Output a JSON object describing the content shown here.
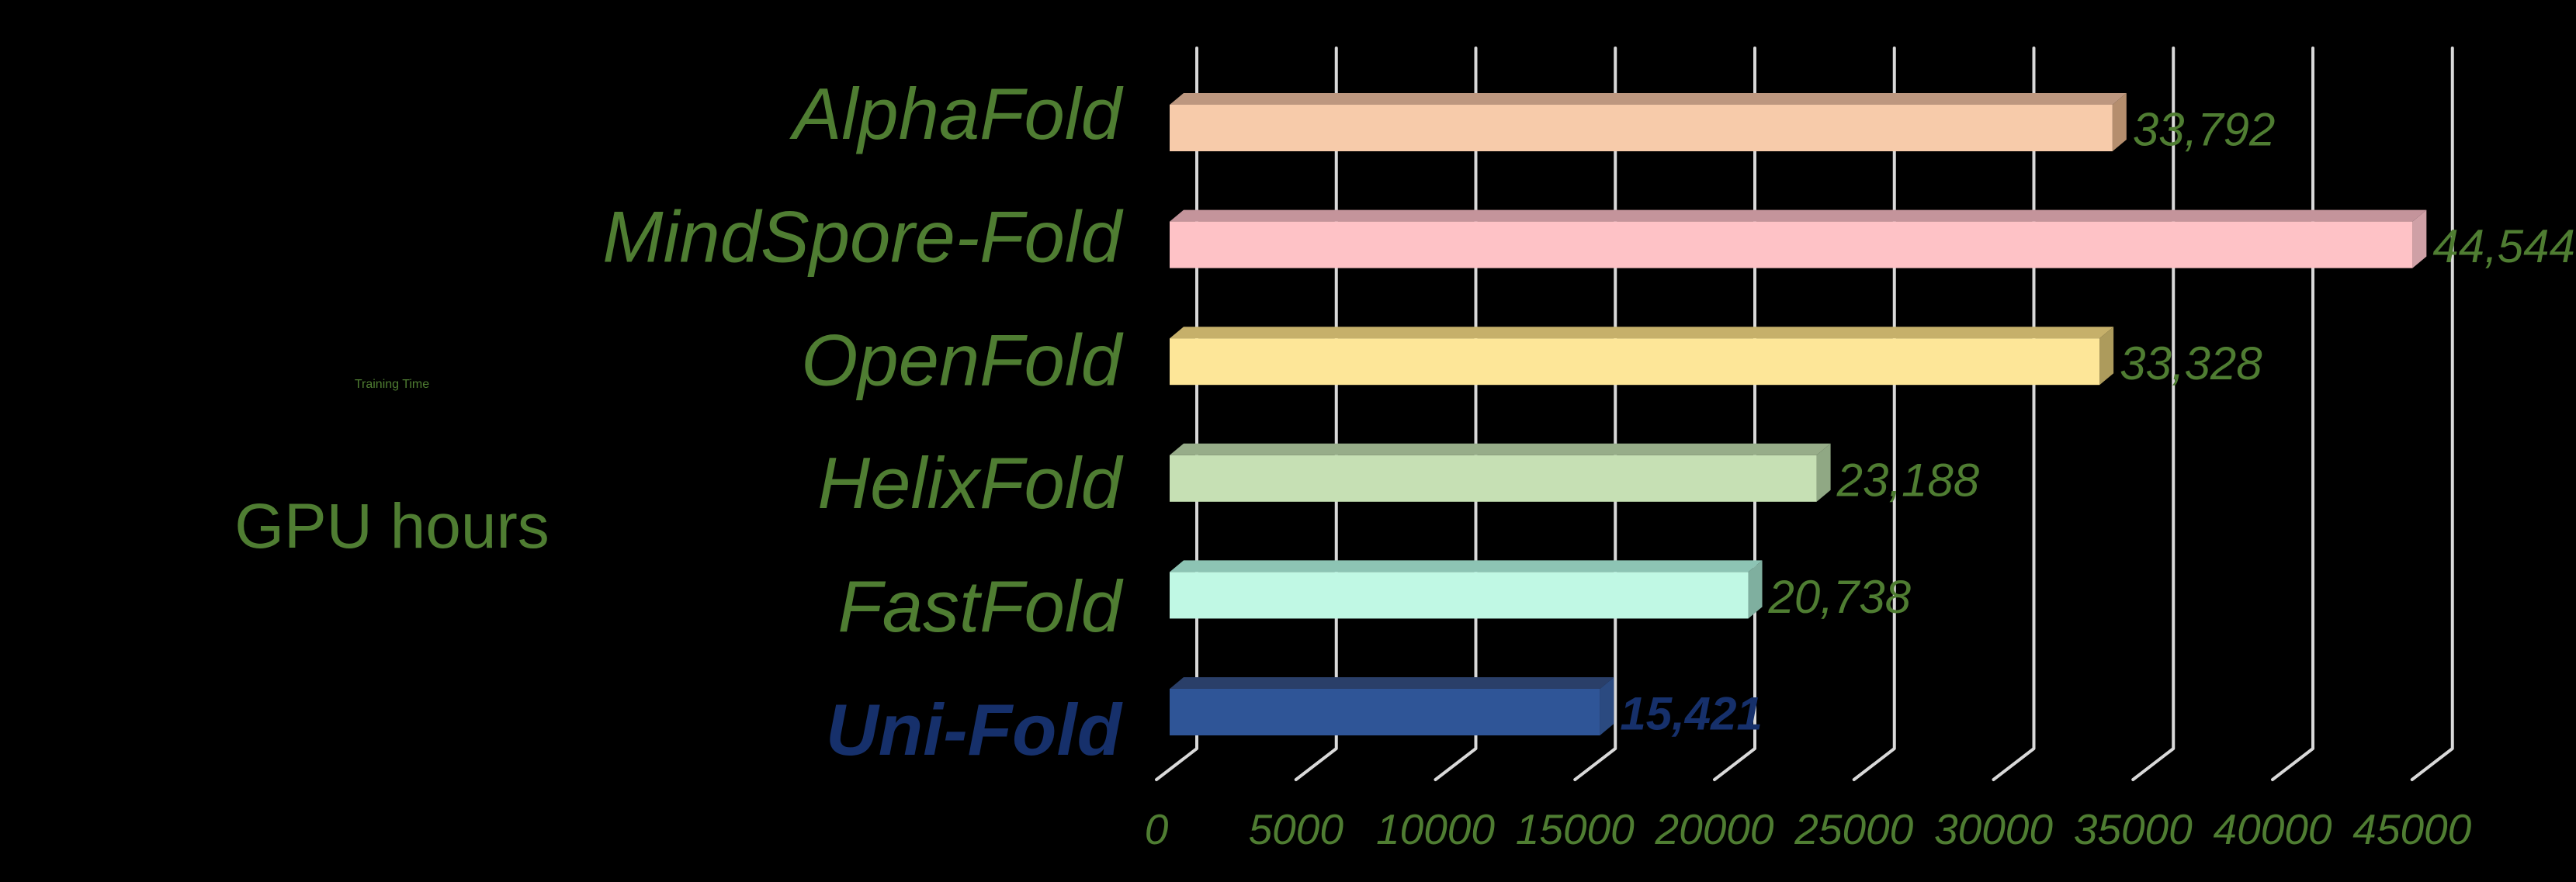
{
  "page": {
    "background": "#000000"
  },
  "header": {
    "title": "Training Time",
    "subtitle": "GPU hours"
  },
  "colors": {
    "text_green": "#4F7D32",
    "text_navy": "#16306B",
    "gridline": "#D9D9D9",
    "background": "#000000"
  },
  "chart_data": {
    "type": "bar",
    "orientation": "horizontal",
    "style": "3d",
    "title": "Training Time",
    "subtitle": "GPU hours",
    "xlim": [
      0,
      45000
    ],
    "x_ticks": [
      0,
      5000,
      10000,
      15000,
      20000,
      25000,
      30000,
      35000,
      40000,
      45000
    ],
    "x_tick_labels": [
      "0",
      "5000",
      "10000",
      "15000",
      "20000",
      "25000",
      "30000",
      "35000",
      "40000",
      "45000"
    ],
    "grid": true,
    "legend": false,
    "rows": [
      {
        "category": "AlphaFold",
        "value": 33792,
        "value_label": "33,792",
        "emphasis": false,
        "color_front": "#F7CBAA",
        "color_top": "#BD977F",
        "color_side": "#B58E6E"
      },
      {
        "category": "MindSpore-Fold",
        "value": 44544,
        "value_label": "44,544",
        "emphasis": false,
        "color_front": "#FEC2C6",
        "color_top": "#C4949B",
        "color_side": "#CFA0A6"
      },
      {
        "category": "OpenFold",
        "value": 33328,
        "value_label": "33,328",
        "emphasis": false,
        "color_front": "#FDE698",
        "color_top": "#C6B06A",
        "color_side": "#AD9B5C"
      },
      {
        "category": "HelixFold",
        "value": 23188,
        "value_label": "23,188",
        "emphasis": false,
        "color_front": "#C6E0B4",
        "color_top": "#97AD89",
        "color_side": "#90A884"
      },
      {
        "category": "FastFold",
        "value": 20738,
        "value_label": "20,738",
        "emphasis": false,
        "color_front": "#C0F8E4",
        "color_top": "#8DC4B4",
        "color_side": "#7FAF9F"
      },
      {
        "category": "Uni-Fold",
        "value": 15421,
        "value_label": "15,421",
        "emphasis": true,
        "color_front": "#2F5597",
        "color_top": "#2A3F69",
        "color_side": "#2B4A80"
      }
    ]
  }
}
